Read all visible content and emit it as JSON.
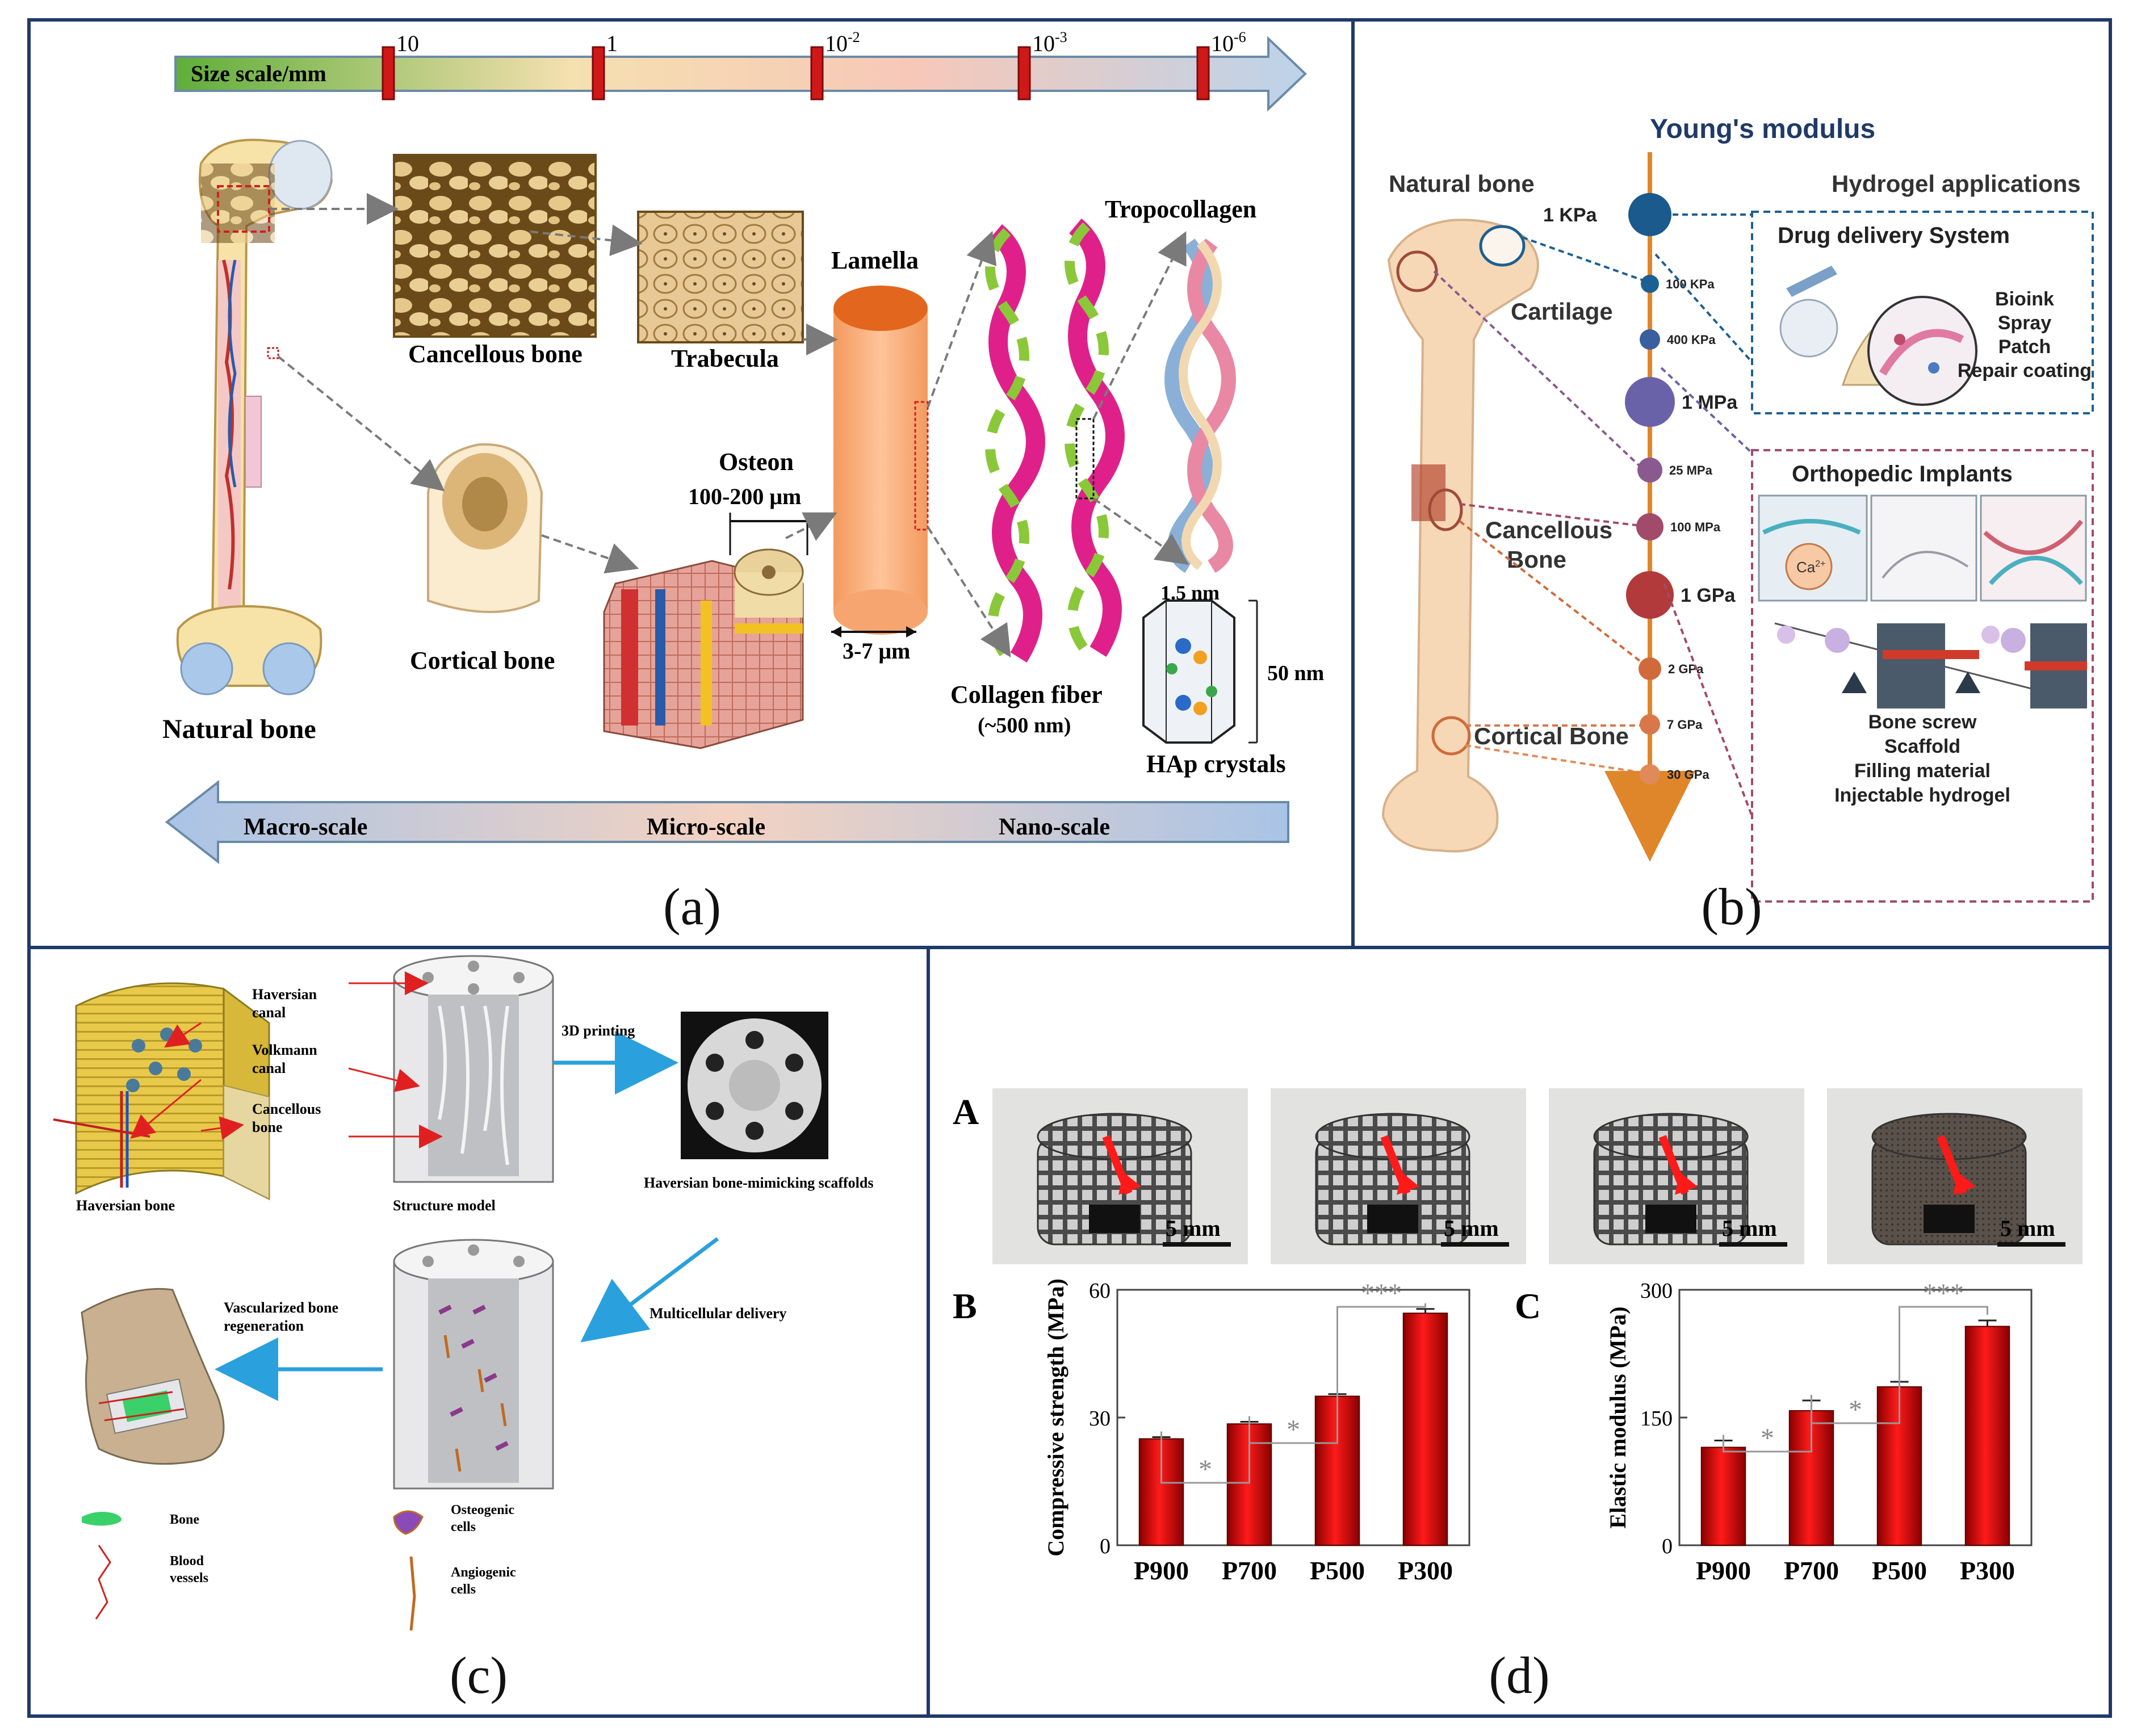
{
  "panels": {
    "a": "(a)",
    "b": "(b)",
    "c": "(c)",
    "d": "(d)"
  },
  "a": {
    "size_scale_label": "Size scale/mm",
    "ticks": [
      {
        "base": "10",
        "sup": ""
      },
      {
        "base": "1",
        "sup": ""
      },
      {
        "base": "10",
        "sup": "-2"
      },
      {
        "base": "10",
        "sup": "-3"
      },
      {
        "base": "10",
        "sup": "-6"
      }
    ],
    "labels": {
      "natural_bone": "Natural bone",
      "cancellous_bone": "Cancellous bone",
      "trabecula": "Trabecula",
      "cortical_bone": "Cortical bone",
      "osteon": "Osteon",
      "osteon_size": "100-200 μm",
      "lamella": "Lamella",
      "lamella_size": "3-7 μm",
      "tropocollagen": "Tropocollagen",
      "tropocollagen_size": "1.5 nm",
      "collagen_fiber": "Collagen fiber",
      "collagen_fiber_size": "(~500 nm)",
      "hap_crystals": "HAp crystals",
      "hap_size": "50 nm"
    },
    "bottom_scale": {
      "macro": "Macro-scale",
      "micro": "Micro-scale",
      "nano": "Nano-scale"
    }
  },
  "b": {
    "title": "Young's modulus",
    "natural_bone": "Natural bone",
    "hydrogel_apps": "Hydrogel applications",
    "tissue_labels": {
      "cartilage": "Cartilage",
      "cancellous": [
        "Cancellous",
        "Bone"
      ],
      "cortical": "Cortical Bone"
    },
    "scale": [
      {
        "label": "1 KPa",
        "r": 38,
        "color": "#1a5a8c"
      },
      {
        "label": "100 KPa",
        "r": 16,
        "color": "#1d5f92"
      },
      {
        "label": "400 KPa",
        "r": 18,
        "color": "#3a5f9e"
      },
      {
        "label": "1 MPa",
        "r": 44,
        "color": "#6a62a8"
      },
      {
        "label": "25 MPa",
        "r": 22,
        "color": "#8a5a8e"
      },
      {
        "label": "100 MPa",
        "r": 24,
        "color": "#a24a6a"
      },
      {
        "label": "1 GPa",
        "r": 42,
        "color": "#b23a3a"
      },
      {
        "label": "2 GPa",
        "r": 20,
        "color": "#d06a3a"
      },
      {
        "label": "7 GPa",
        "r": 18,
        "color": "#d8784a"
      },
      {
        "label": "30 GPa",
        "r": 18,
        "color": "#e08a5a"
      }
    ],
    "drug_delivery": {
      "title": "Drug delivery System",
      "items": [
        "Bioink",
        "Spray",
        "Patch",
        "Repair coating"
      ]
    },
    "ortho": {
      "title": "Orthopedic Implants",
      "ion": "Ca",
      "ion_sup": "2+",
      "items": [
        "Bone screw",
        "Scaffold",
        "Filling material",
        "Injectable hydrogel"
      ]
    }
  },
  "c": {
    "haversian_canal": [
      "Haversian",
      "canal"
    ],
    "volkmann_canal": [
      "Volkmann",
      "canal"
    ],
    "cancellous_bone": [
      "Cancellous",
      "bone"
    ],
    "haversian_bone": "Haversian bone",
    "structure_model": "Structure model",
    "printing": "3D printing",
    "scaffolds": "Haversian bone-mimicking scaffolds",
    "multicellular": "Multicellular delivery",
    "vascularized": [
      "Vascularized bone",
      "regeneration"
    ],
    "legend": {
      "bone": "Bone",
      "blood": [
        "Blood",
        "vessels"
      ],
      "osteo": [
        "Osteogenic",
        "cells"
      ],
      "angio": [
        "Angiogenic",
        "cells"
      ]
    }
  },
  "d": {
    "letters": {
      "A": "A",
      "B": "B",
      "C": "C"
    },
    "scale_bar": "5 mm",
    "sig": {
      "s1": "*",
      "s3": "***"
    }
  },
  "chart_data": [
    {
      "type": "bar",
      "categories": [
        "P900",
        "P700",
        "P500",
        "P300"
      ],
      "values": [
        25,
        28.5,
        35,
        54.5
      ],
      "errors": [
        0.4,
        0.5,
        0.5,
        1.0
      ],
      "ylabel": "Compressive strength (MPa)",
      "ylim": [
        0,
        60
      ],
      "yticks": [
        0,
        30,
        60
      ],
      "color": "#e01010"
    },
    {
      "type": "bar",
      "categories": [
        "P900",
        "P700",
        "P500",
        "P300"
      ],
      "values": [
        115,
        158,
        186,
        257
      ],
      "errors": [
        8,
        12,
        6,
        7
      ],
      "ylabel": "Elastic modulus (MPa)",
      "ylim": [
        0,
        300
      ],
      "yticks": [
        0,
        150,
        300
      ],
      "color": "#e01010"
    }
  ]
}
